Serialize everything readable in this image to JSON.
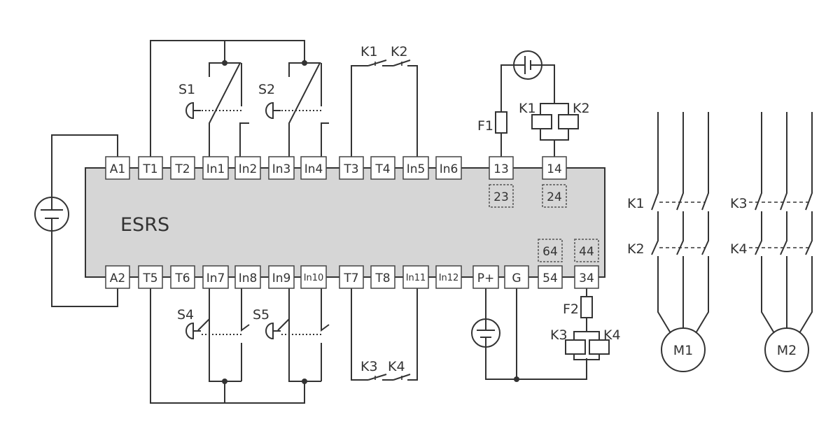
{
  "module": {
    "name": "ESRS",
    "top_terminals": [
      "A1",
      "T1",
      "T2",
      "In1",
      "In2",
      "In3",
      "In4",
      "T3",
      "T4",
      "In5",
      "In6",
      "13",
      "14"
    ],
    "bottom_terminals": [
      "A2",
      "T5",
      "T6",
      "In7",
      "In8",
      "In9",
      "In10",
      "T7",
      "T8",
      "In11",
      "In12",
      "P+",
      "G",
      "54",
      "34"
    ],
    "aux_top": [
      "23",
      "24"
    ],
    "aux_bottom": [
      "64",
      "44"
    ]
  },
  "switches": {
    "s1": "S1",
    "s2": "S2",
    "s4": "S4",
    "s5": "S5"
  },
  "contacts": {
    "top_k1": "K1",
    "top_k2": "K2",
    "bottom_k3": "K3",
    "bottom_k4": "K4",
    "coil_k1": "K1",
    "coil_k2": "K2",
    "coil_k3": "K3",
    "coil_k4": "K4"
  },
  "fuses": {
    "f1": "F1",
    "f2": "F2"
  },
  "motors": {
    "m1": {
      "label": "M1",
      "contactor_a": "K1",
      "contactor_b": "K2"
    },
    "m2": {
      "label": "M2",
      "contactor_a": "K3",
      "contactor_b": "K4"
    }
  },
  "colors": {
    "module_fill": "#d6d6d6",
    "line": "#333333"
  }
}
